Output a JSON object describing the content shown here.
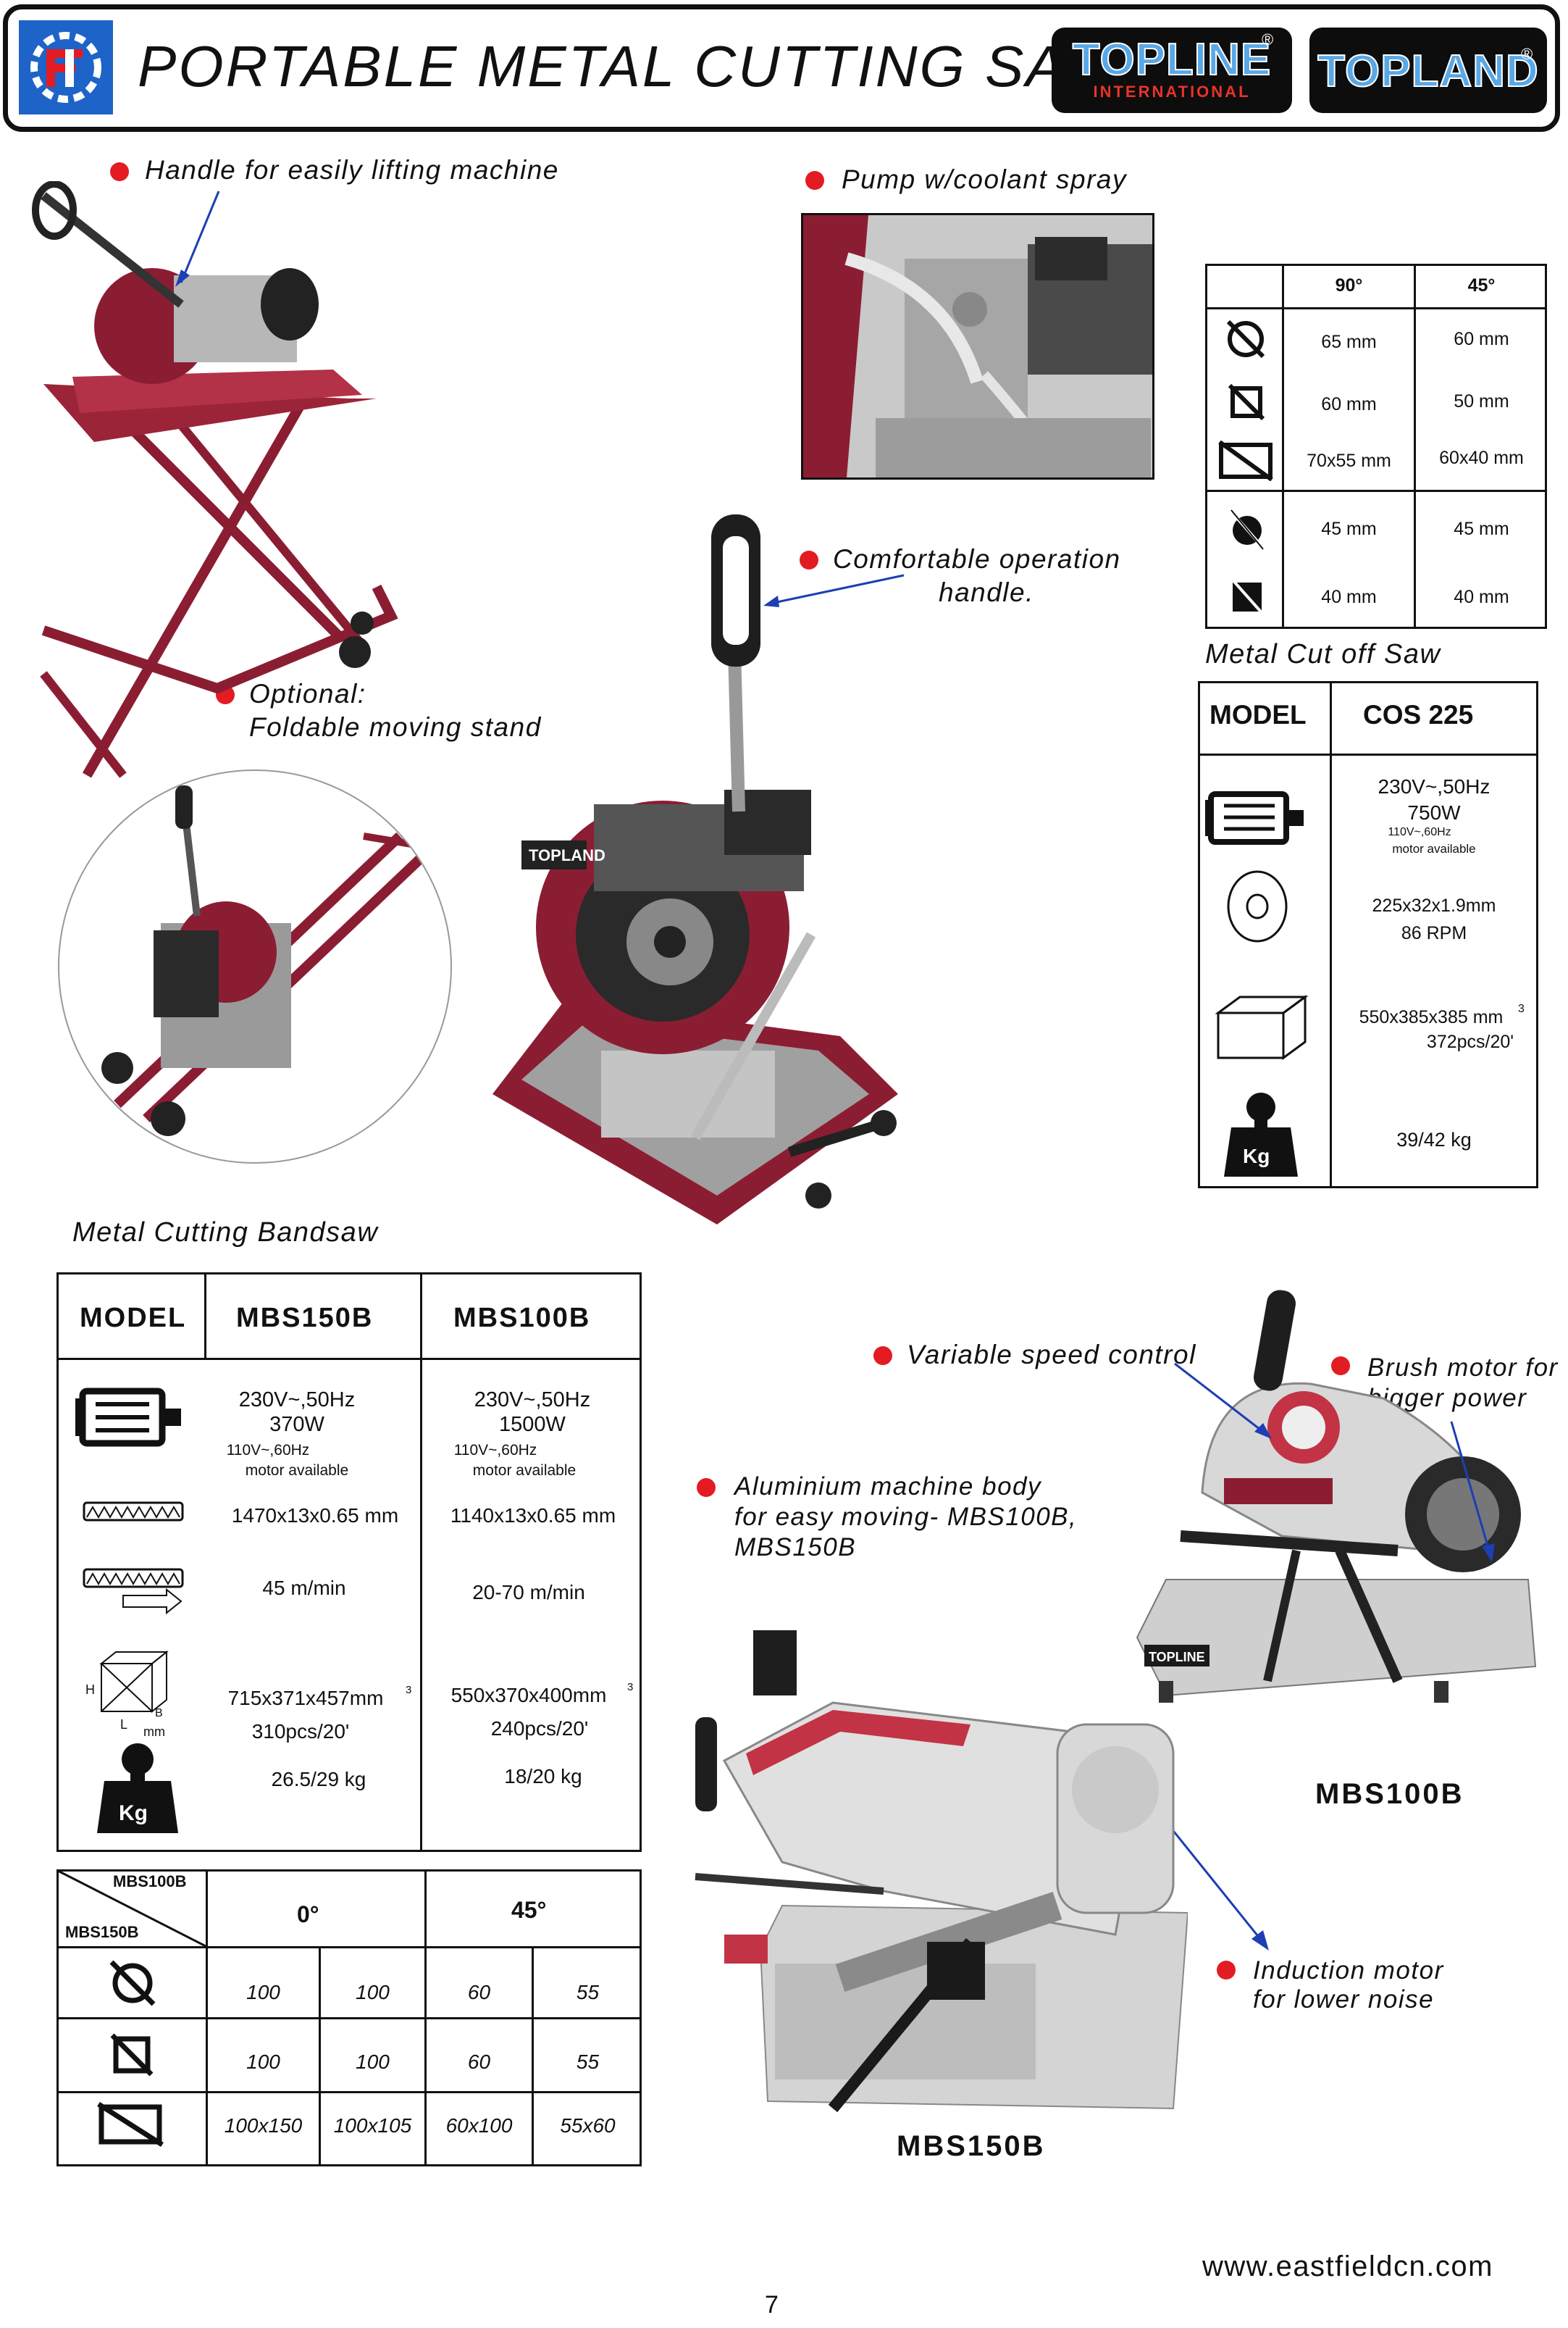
{
  "header": {
    "title": "PORTABLE METAL CUTTING SAW",
    "brand_topline": "TOPLINE",
    "brand_topline_sub": "INTERNATIONAL",
    "brand_topland": "TOPLAND",
    "registered": "®"
  },
  "callouts": {
    "handle_lift": "Handle for easily lifting machine",
    "pump": "Pump w/coolant spray",
    "comfortable_1": "Comfortable operation",
    "comfortable_2": "handle.",
    "optional_1": "Optional:",
    "optional_2": "Foldable moving stand",
    "variable_speed": "Variable speed control",
    "brush_1": "Brush motor for",
    "brush_2": "bigger power",
    "aluminium_1": "Aluminium machine body",
    "aluminium_2": "for easy moving- MBS100B,",
    "aluminium_3": "MBS150B",
    "induction_1": "Induction motor",
    "induction_2": "for lower noise"
  },
  "cut_capacity": {
    "col1": "90°",
    "col2": "45°",
    "rows": [
      {
        "icon": "round-bar-icon",
        "v90": "65 mm",
        "v45": "60 mm"
      },
      {
        "icon": "square-bar-icon",
        "v90": "60 mm",
        "v45": "50 mm"
      },
      {
        "icon": "rect-bar-icon",
        "v90": "70x55 mm",
        "v45": "60x40 mm"
      },
      {
        "icon": "round-bar-miter-icon",
        "v90": "45 mm",
        "v45": "45 mm"
      },
      {
        "icon": "square-bar-miter-icon",
        "v90": "40 mm",
        "v45": "40 mm"
      }
    ]
  },
  "cutoff": {
    "section_title": "Metal Cut off Saw",
    "model_label": "MODEL",
    "model": "COS 225",
    "power_1": "230V~,50Hz",
    "power_2": "750W",
    "power_3": "110V~,60Hz",
    "power_4": "motor available",
    "blade_1": "225x32x1.9mm",
    "blade_2": "86 RPM",
    "pack_1": "550x385x385  mm",
    "pack_sup": "3",
    "pack_2": "372pcs/20'",
    "weight": "39/42 kg",
    "kg": "Kg"
  },
  "bandsaw": {
    "section_title": "Metal Cutting Bandsaw",
    "model_label": "MODEL",
    "m1": "MBS150B",
    "m2": "MBS100B",
    "m1_power_1": "230V~,50Hz",
    "m1_power_2": "370W",
    "m1_power_3": "110V~,60Hz",
    "m1_power_4": "motor available",
    "m2_power_1": "230V~,50Hz",
    "m2_power_2": "1500W",
    "m2_power_3": "110V~,60Hz",
    "m2_power_4": "motor available",
    "m1_blade": "1470x13x0.65 mm",
    "m2_blade": "1140x13x0.65 mm",
    "m1_speed": "45 m/min",
    "m2_speed": "20-70 m/min",
    "m1_pack_1": "715x371x457mm",
    "m1_pack_2": "310pcs/20'",
    "m2_pack_1": "550x370x400mm",
    "m2_pack_2": "240pcs/20'",
    "sup": "3",
    "m1_weight": "26.5/29 kg",
    "m2_weight": "18/20 kg",
    "kg": "Kg",
    "box_h": "H",
    "box_l": "L",
    "box_b": "B",
    "box_mm": "mm"
  },
  "capacity2": {
    "diag_top": "MBS100B",
    "diag_bottom": "MBS150B",
    "col1": "0°",
    "col2": "45°",
    "rows": [
      {
        "icon": "round-bar-icon",
        "a": "100",
        "b": "100",
        "c": "60",
        "d": "55"
      },
      {
        "icon": "square-bar-icon",
        "a": "100",
        "b": "100",
        "c": "60",
        "d": "55"
      },
      {
        "icon": "rect-bar-icon",
        "a": "100x150",
        "b": "100x105",
        "c": "60x100",
        "d": "55x60"
      }
    ]
  },
  "product_labels": {
    "mbs100b": "MBS100B",
    "mbs150b": "MBS150B"
  },
  "footer": {
    "website": "www.eastfieldcn.com",
    "page": "7"
  },
  "colors": {
    "accent_red": "#e31b23",
    "machine_red": "#8b1d33",
    "logo_blue": "#1e63c8"
  }
}
